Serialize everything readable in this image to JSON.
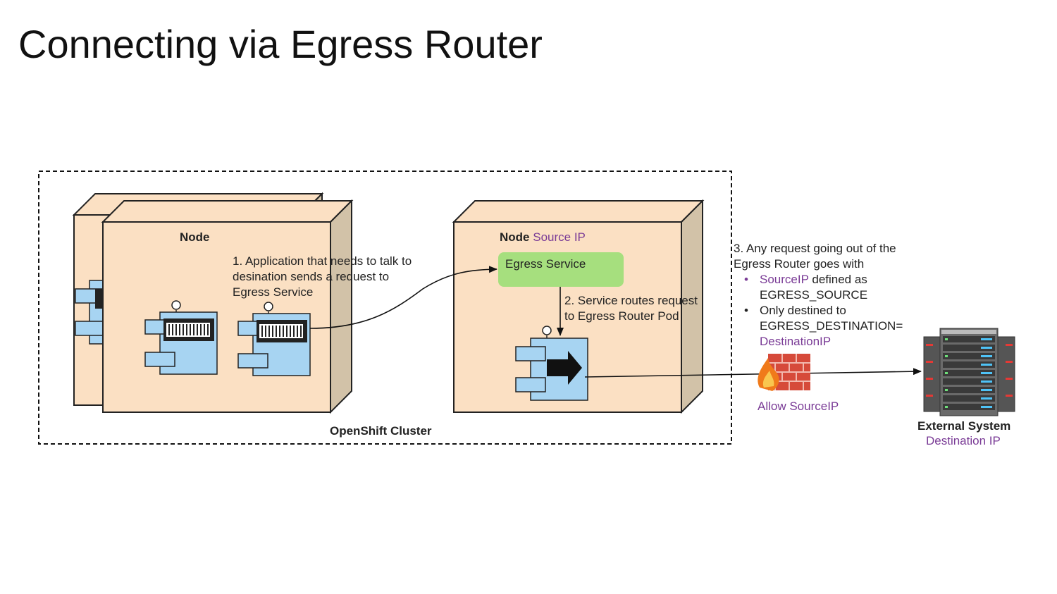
{
  "slide": {
    "title": "Connecting via Egress Router"
  },
  "cluster": {
    "label": "OpenShift Cluster"
  },
  "node_left": {
    "label": "Node",
    "step1": [
      "1. Application that needs to  talk to",
      "desination sends a request to",
      "Egress Service"
    ]
  },
  "node_right": {
    "label": "Node",
    "label_ip": "Source IP",
    "egress_service": "Egress Service",
    "step2": [
      "2. Service routes request",
      "to Egress Router Pod"
    ]
  },
  "step3": {
    "lines": [
      "3. Any request going out of the",
      "Egress Router goes with"
    ],
    "bullet1_highlight": "SourceIP",
    "bullet1_text": "defined as",
    "bullet1_line2": "EGRESS_SOURCE",
    "bullet2_text": "Only destined to",
    "bullet2_line2": "EGRESS_DESTINATION=",
    "bullet2_highlight": "DestinationIP",
    "bullet_symbol": "•"
  },
  "firewall": {
    "label": "Allow SourceIP",
    "icon": "firewall-icon"
  },
  "external": {
    "label": "External System",
    "sublabel": "Destination IP",
    "icon": "server-rack-icon"
  },
  "colors": {
    "node_fill": "#fbe0c3",
    "node_side": "#d2c2a8",
    "component_fill": "#a7d4f2",
    "egress_fill": "#a6df7e",
    "highlight": "#7a3b96",
    "brick": "#d64a3a"
  }
}
